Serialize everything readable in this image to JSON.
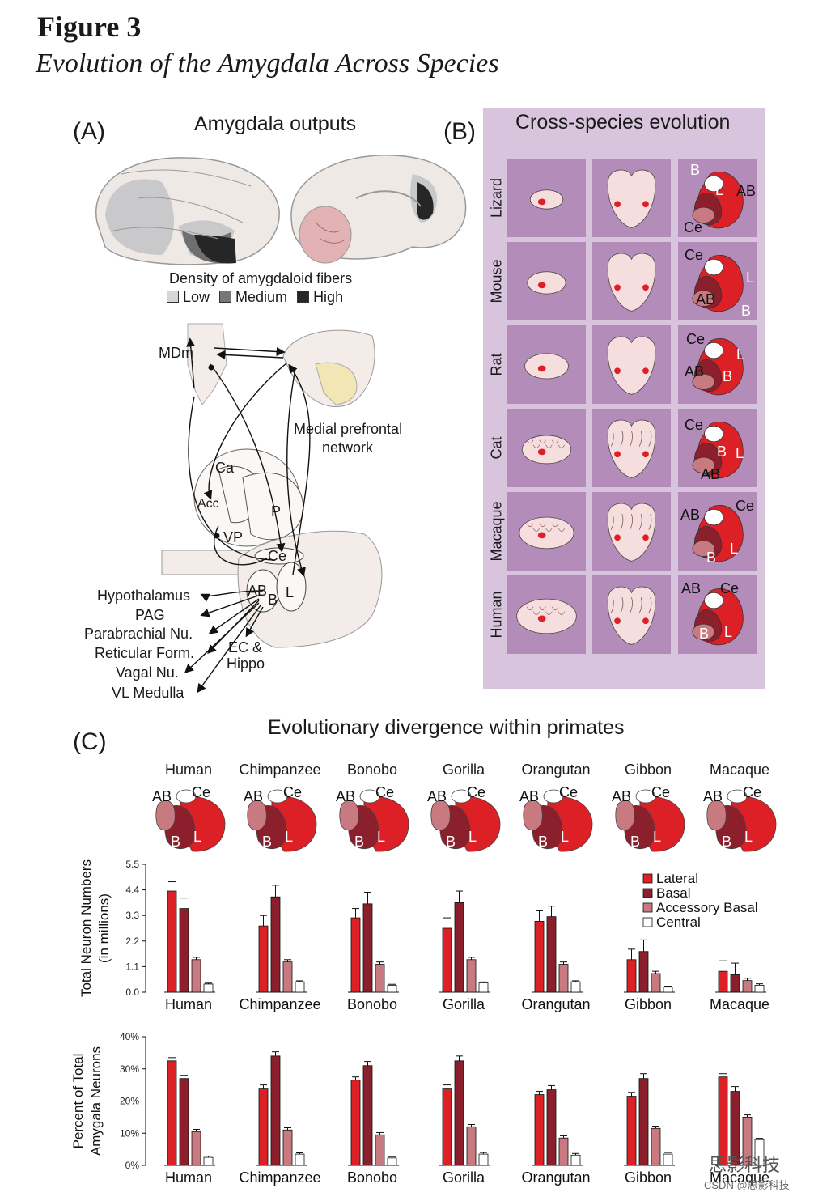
{
  "figure": {
    "title": "Figure 3",
    "subtitle": "Evolution of the Amygdala Across Species"
  },
  "panel_a": {
    "letter": "(A)",
    "heading": "Amygdala outputs",
    "density_caption": "Density of amygdaloid fibers",
    "density_legend": [
      {
        "label": "Low",
        "color": "#d6d6d6"
      },
      {
        "label": "Medium",
        "color": "#777777"
      },
      {
        "label": "High",
        "color": "#262626"
      }
    ],
    "labels": {
      "mdm": "MDm",
      "medial_pfc_1": "Medial prefrontal",
      "medial_pfc_2": "network",
      "ca": "Ca",
      "acc": "Acc",
      "p": "P",
      "vp": "VP",
      "ce": "Ce",
      "ab": "AB",
      "b": "B",
      "l": "L",
      "ec_1": "EC &",
      "ec_2": "Hippo"
    },
    "outputs": [
      "Hypothalamus",
      "PAG",
      "Parabrachial Nu.",
      "Reticular Form.",
      "Vagal Nu.",
      "VL Medulla"
    ]
  },
  "panel_b": {
    "letter": "(B)",
    "heading": "Cross-species evolution",
    "species": [
      "Lizard",
      "Mouse",
      "Rat",
      "Cat",
      "Macaque",
      "Human"
    ],
    "nuclei_labels": {
      "b": "B",
      "l": "L",
      "ab": "AB",
      "ce": "Ce"
    }
  },
  "panel_c": {
    "letter": "(C)",
    "heading": "Evolutionary divergence within primates",
    "species": [
      "Human",
      "Chimpanzee",
      "Bonobo",
      "Gorilla",
      "Orangutan",
      "Gibbon",
      "Macaque"
    ],
    "nuclei_labels": {
      "ab": "AB",
      "ce": "Ce",
      "b": "B",
      "l": "L"
    }
  },
  "colors": {
    "lateral": "#dd2026",
    "basal": "#8b1f2c",
    "accessory_basal": "#c97a80",
    "central": "#ffffff",
    "panel_b_bg": "#d8c4dc",
    "panel_b_cell": "#b48cba"
  },
  "chart_data": [
    {
      "type": "bar",
      "ylabel": "Total Neuron Numbers (in millions)",
      "ylim": [
        0,
        5.5
      ],
      "yticks": [
        "0.0",
        "1.1",
        "2.2",
        "3.3",
        "4.4",
        "5.5"
      ],
      "categories": [
        "Human",
        "Chimpanzee",
        "Bonobo",
        "Gorilla",
        "Orangutan",
        "Gibbon",
        "Macaque"
      ],
      "legend_position": "top-right",
      "series": [
        {
          "name": "Lateral",
          "color": "#dd2026",
          "values": [
            4.35,
            2.85,
            3.2,
            2.75,
            3.05,
            1.4,
            0.9
          ],
          "errors": [
            0.4,
            0.45,
            0.4,
            0.45,
            0.45,
            0.45,
            0.45
          ]
        },
        {
          "name": "Basal",
          "color": "#8b1f2c",
          "values": [
            3.6,
            4.1,
            3.8,
            3.85,
            3.25,
            1.75,
            0.75
          ],
          "errors": [
            0.45,
            0.5,
            0.5,
            0.5,
            0.45,
            0.5,
            0.5
          ]
        },
        {
          "name": "Accessory Basal",
          "color": "#c97a80",
          "values": [
            1.4,
            1.3,
            1.2,
            1.4,
            1.2,
            0.8,
            0.5
          ],
          "errors": [
            0.1,
            0.1,
            0.1,
            0.1,
            0.1,
            0.1,
            0.1
          ]
        },
        {
          "name": "Central",
          "color": "#ffffff",
          "values": [
            0.35,
            0.45,
            0.3,
            0.4,
            0.45,
            0.22,
            0.3
          ],
          "errors": [
            0.04,
            0.04,
            0.04,
            0.04,
            0.04,
            0.04,
            0.06
          ]
        }
      ]
    },
    {
      "type": "bar",
      "ylabel": "Percent of Total Amygala Neurons",
      "ylim": [
        0,
        40
      ],
      "yticks": [
        "0%",
        "10%",
        "20%",
        "30%",
        "40%"
      ],
      "categories": [
        "Human",
        "Chimpanzee",
        "Bonobo",
        "Gorilla",
        "Orangutan",
        "Gibbon",
        "Macaque"
      ],
      "series": [
        {
          "name": "Lateral",
          "color": "#dd2026",
          "values": [
            32.5,
            24,
            26.5,
            24,
            22,
            21.5,
            27.5
          ],
          "errors": [
            1,
            1,
            1,
            1,
            1,
            1.2,
            1
          ]
        },
        {
          "name": "Basal",
          "color": "#8b1f2c",
          "values": [
            27,
            34,
            31,
            32.5,
            23.5,
            27,
            23
          ],
          "errors": [
            1,
            1.3,
            1.3,
            1.5,
            1.3,
            1.5,
            1.5
          ]
        },
        {
          "name": "Accessory Basal",
          "color": "#c97a80",
          "values": [
            10.5,
            11,
            9.5,
            12,
            8.5,
            11.5,
            15
          ],
          "errors": [
            0.7,
            0.7,
            0.7,
            0.7,
            0.7,
            0.7,
            0.7
          ]
        },
        {
          "name": "Central",
          "color": "#ffffff",
          "values": [
            2.5,
            3.5,
            2.3,
            3.5,
            3.2,
            3.5,
            8
          ],
          "errors": [
            0.4,
            0.4,
            0.4,
            0.5,
            0.5,
            0.5,
            0.4
          ]
        }
      ]
    }
  ],
  "watermark": {
    "cn": "思影科技",
    "csdn": "CSDN @思影科技"
  }
}
